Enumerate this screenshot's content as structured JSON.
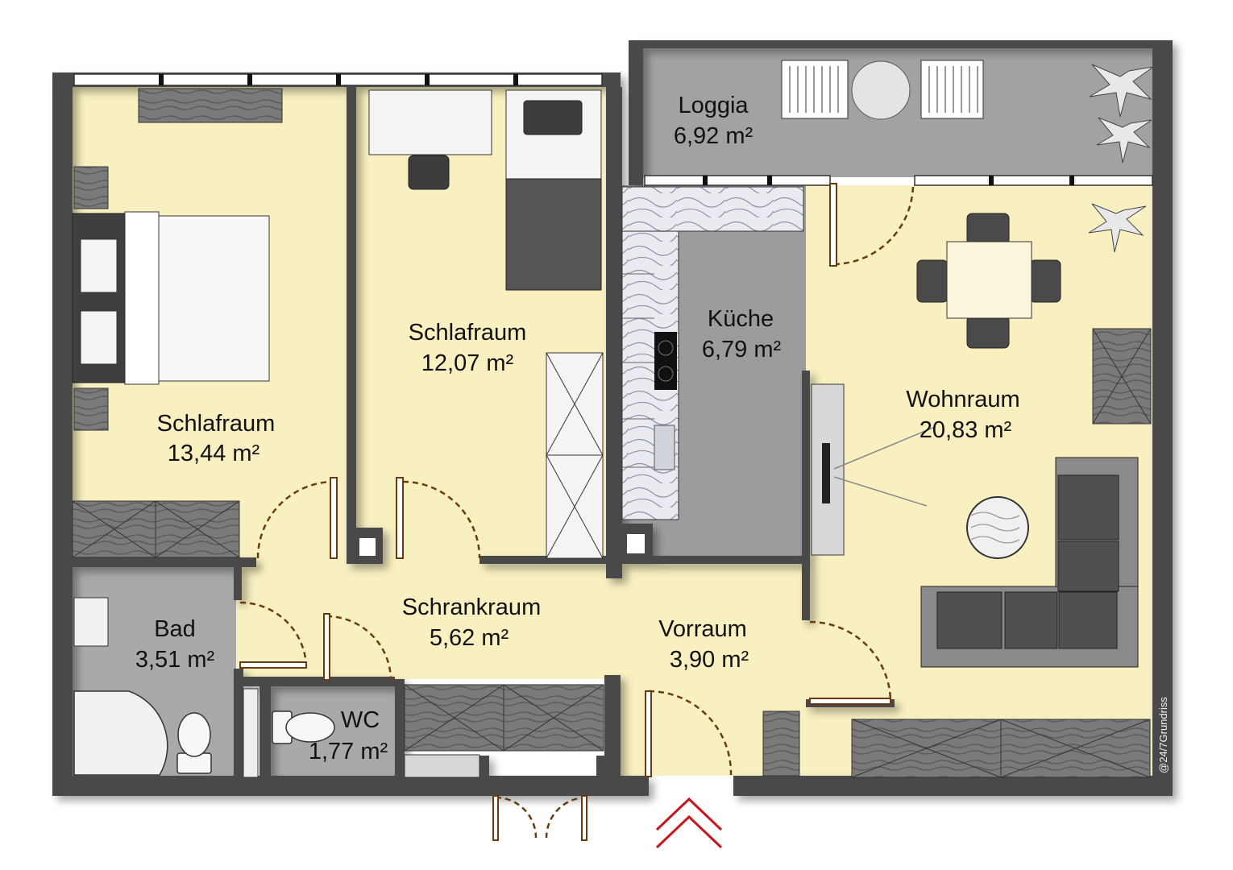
{
  "colors": {
    "wall": "#4a4a4a",
    "floor_living": "#f8f0c0",
    "floor_wet": "#a9a9a9",
    "loggia_floor": "#a2a2a2",
    "kitchen_floor": "#9c9c9c",
    "entrance_arrow": "#c8161d"
  },
  "rooms": {
    "loggia": {
      "name": "Loggia",
      "area": "6,92 m²"
    },
    "schlafraum_1": {
      "name": "Schlafraum",
      "area": "13,44 m²"
    },
    "schlafraum_2": {
      "name": "Schlafraum",
      "area": "12,07 m²"
    },
    "kueche": {
      "name": "Küche",
      "area": "6,79 m²"
    },
    "wohnraum": {
      "name": "Wohnraum",
      "area": "20,83 m²"
    },
    "schrankraum": {
      "name": "Schrankraum",
      "area": "5,62 m²"
    },
    "vorraum": {
      "name": "Vorraum",
      "area": "3,90 m²"
    },
    "bad": {
      "name": "Bad",
      "area": "3,51 m²"
    },
    "wc": {
      "name": "WC",
      "area": "1,77 m²"
    }
  },
  "credit": "@24/7Grundriss",
  "icons": {
    "entrance": "double-chevron-up-icon",
    "plant": "plant-icon"
  }
}
